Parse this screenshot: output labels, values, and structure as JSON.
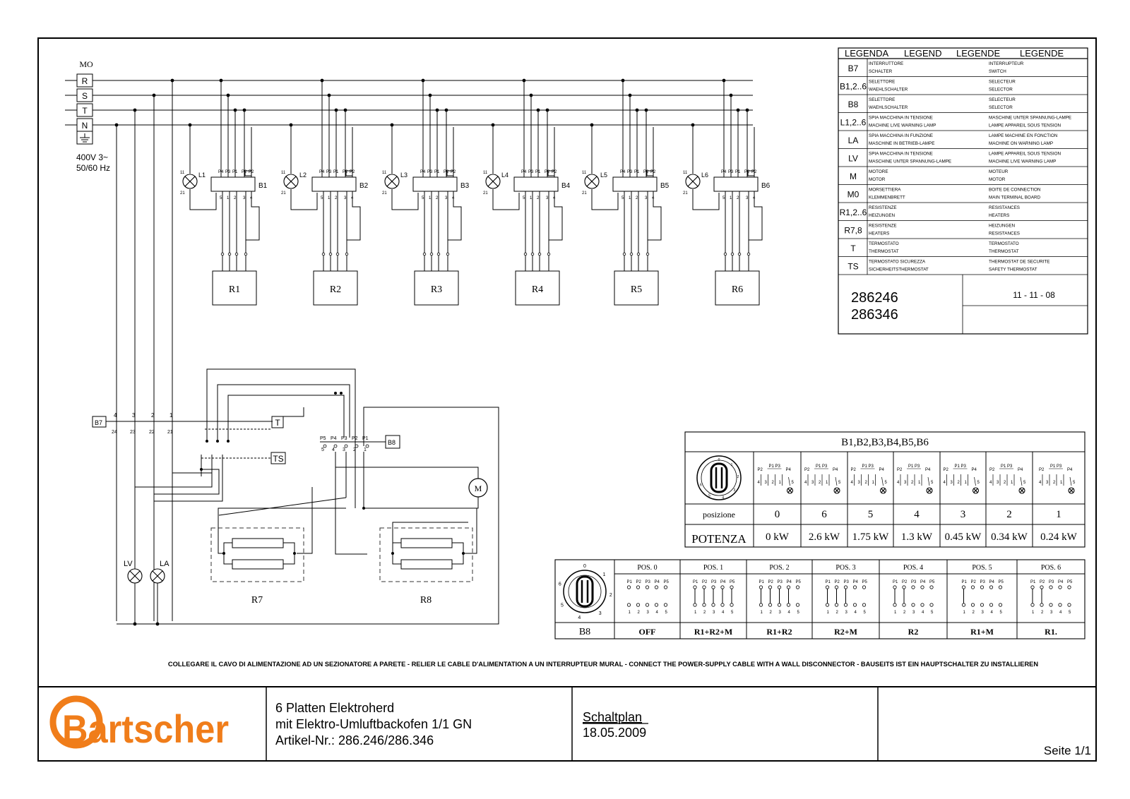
{
  "supply": {
    "terminal_board": "MO",
    "phases": [
      "R",
      "S",
      "T",
      "N"
    ],
    "voltage": "400V 3~",
    "frequency": "50/60 Hz"
  },
  "hob_zones": [
    {
      "lamp": "L1",
      "selector": "B1",
      "heater": "R1"
    },
    {
      "lamp": "L2",
      "selector": "B2",
      "heater": "R2"
    },
    {
      "lamp": "L3",
      "selector": "B3",
      "heater": "R3"
    },
    {
      "lamp": "L4",
      "selector": "B4",
      "heater": "R4"
    },
    {
      "lamp": "L5",
      "selector": "B5",
      "heater": "R5"
    },
    {
      "lamp": "L6",
      "selector": "B6",
      "heater": "R6"
    }
  ],
  "selector_terminals_top": [
    "P4",
    "P3",
    "P1",
    "P2",
    "P2"
  ],
  "selector_terminals_bottom": [
    "5",
    "1",
    "2",
    "3",
    "4"
  ],
  "lamp_terminals": [
    "11",
    "21"
  ],
  "oven": {
    "main_switch": "B7",
    "main_switch_top": [
      "4",
      "3",
      "2",
      "1"
    ],
    "main_switch_bottom": [
      "24",
      "23",
      "22",
      "21"
    ],
    "thermostat": "T",
    "safety_thermostat": "TS",
    "oven_selector": "B8",
    "oven_selector_top": [
      "P5",
      "P4",
      "P3",
      "P2",
      "P1"
    ],
    "oven_selector_bottom": [
      "5",
      "4",
      "3",
      "2",
      "1"
    ],
    "motor": "M",
    "lamp_live": "LV",
    "lamp_active": "LA",
    "heaters": [
      "R7",
      "R8"
    ]
  },
  "legend": {
    "header": [
      "LEGENDA",
      "LEGEND",
      "LEGENDE",
      "LEGENDE"
    ],
    "rows": [
      {
        "sym": "B7",
        "it": "INTERRUTTORE",
        "de": "SCHALTER",
        "fr": "INTERRUPTEUR",
        "en": "SWITCH"
      },
      {
        "sym": "B1,2..6",
        "it": "SELETTORE",
        "de": "WAEHLSCHALTER",
        "fr": "SELECTEUR",
        "en": "SELECTOR"
      },
      {
        "sym": "B8",
        "it": "SELETTORE",
        "de": "WAEHLSCHALTER",
        "fr": "SELECTEUR",
        "en": "SELECTOR"
      },
      {
        "sym": "L1,2..6",
        "it": "SPIA MACCHINA IN TENSIONE",
        "de": "MACHINE LIVE WARNING LAMP",
        "fr": "MASCHINE UNTER SPANNUNG-LAMPE",
        "en": "LAMPE APPAREIL SOUS TENSION"
      },
      {
        "sym": "LA",
        "it": "SPIA MACCHINA IN FUNZIONE",
        "de": "MASCHINE IN BETRIEB-LAMPE",
        "fr": "LAMPE MACHINE EN FONCTION",
        "en": "MACHINE ON WARNING LAMP"
      },
      {
        "sym": "LV",
        "it": "SPIA MACCHINA IN TENSIONE",
        "de": "MASCHINE UNTER SPANNUNG-LAMPE",
        "fr": "LAMPE APPAREIL SOUS TENSION",
        "en": "MACHINE LIVE WARNING LAMP"
      },
      {
        "sym": "M",
        "it": "MOTORE",
        "de": "MOTOR",
        "fr": "MOTEUR",
        "en": "MOTOR"
      },
      {
        "sym": "M0",
        "it": "MORSETTIERA",
        "de": "KLEMMENBRETT",
        "fr": "BOITE DE CONNECTION",
        "en": "MAIN TERMINAL BOARD"
      },
      {
        "sym": "R1,2..6",
        "it": "RESISTENZE",
        "de": "HEIZUNGEN",
        "fr": "RESISTANCES",
        "en": "HEATERS"
      },
      {
        "sym": "R7,8",
        "it": "RESISTENZE",
        "de": "HEATERS",
        "fr": "HEIZUNGEN",
        "en": "RESISTANCES"
      },
      {
        "sym": "T",
        "it": "TERMOSTATO",
        "de": "THERMOSTAT",
        "fr": "TERMOSTATO",
        "en": "THERMOSTAT"
      },
      {
        "sym": "TS",
        "it": "TERMOSTATO SICUREZZA",
        "de": "SICHERHEITSTHERMOSTAT",
        "fr": "THERMOSTAT DE SECURITE",
        "en": "SAFETY THERMOSTAT"
      }
    ],
    "codes": [
      "286246",
      "286346"
    ],
    "date": "11 - 11 - 08"
  },
  "selector_table": {
    "title": "B1,B2,B3,B4,B5,B6",
    "row_label_position": "posizione",
    "row_label_power": "POTENZA",
    "positions": [
      "0",
      "6",
      "5",
      "4",
      "3",
      "2",
      "1"
    ],
    "powers": [
      "0 kW",
      "2.6 kW",
      "1.75 kW",
      "1.3 kW",
      "0.45 kW",
      "0.34 kW",
      "0.24 kW"
    ],
    "knob_marks": [
      "0",
      "1",
      "2",
      "3",
      "4",
      "5",
      "6"
    ]
  },
  "oven_table": {
    "name": "B8",
    "headers": [
      "POS. 0",
      "POS. 1",
      "POS. 2",
      "POS. 3",
      "POS. 4",
      "POS. 5",
      "POS. 6"
    ],
    "functions": [
      "OFF",
      "R1+R2+M",
      "R1+R2",
      "R2+M",
      "R2",
      "R1+M",
      "R1."
    ],
    "knob_marks": [
      "0",
      "1",
      "2",
      "3",
      "4",
      "5",
      "6"
    ],
    "contact_top": [
      "P1",
      "P2",
      "P3",
      "P4",
      "P5"
    ],
    "contact_bottom": [
      "1",
      "2",
      "3",
      "4",
      "5"
    ]
  },
  "notice": "COLLEGARE IL CAVO DI ALIMENTAZIONE AD UN SEZIONATORE A PARETE - RELIER LE CABLE D'ALIMENTATION A UN INTERRUPTEUR MURAL - CONNECT THE POWER-SUPPLY CABLE WITH A WALL DISCONNECTOR - BAUSEITS IST EIN HAUPTSCHALTER ZU INSTALLIEREN",
  "title_block": {
    "brand": "Bartscher",
    "product_lines": [
      "6 Platten Elektroherd",
      "mit Elektro-Umluftbackofen 1/1 GN",
      "Artikel-Nr.: 286.246/286.346"
    ],
    "doc_type": "Schaltplan",
    "doc_date": "18.05.2009",
    "page": "Seite 1/1"
  },
  "colors": {
    "brand": "#f07d1a",
    "line": "#000000",
    "dashed": "#333333"
  }
}
